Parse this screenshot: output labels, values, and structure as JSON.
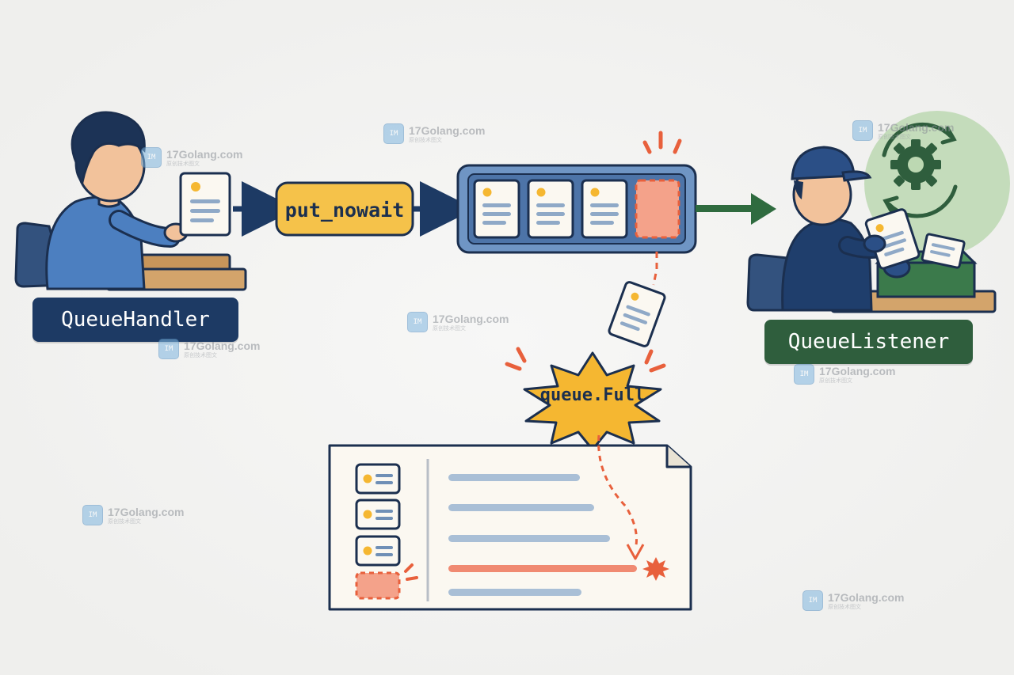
{
  "labels": {
    "handler": "QueueHandler",
    "put": "put_nowait",
    "listener": "QueueListener",
    "full": "queue.Full"
  },
  "watermark": {
    "text": "17Golang.com",
    "subtext": "原创技术图文"
  },
  "colors": {
    "navy": "#1d3a64",
    "green": "#2f5e3d",
    "yellow": "#f5c24a",
    "orange": "#e8603c",
    "queue_blue": "#5b82b4",
    "card_bg": "#fbf8f1"
  },
  "icons": [
    "person-icon",
    "gear-icon",
    "refresh-icon",
    "document-icon",
    "burst-icon"
  ]
}
